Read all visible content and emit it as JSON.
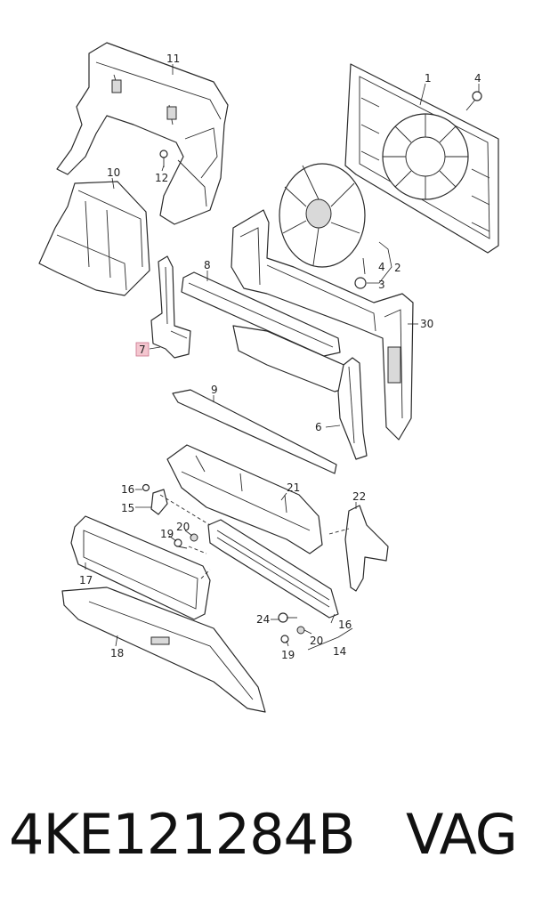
{
  "diagram": {
    "callouts": {
      "c1": "1",
      "c2": "2",
      "c3": "3",
      "c4a": "4",
      "c4b": "4",
      "c6": "6",
      "c7": "7",
      "c8": "8",
      "c9": "9",
      "c10": "10",
      "c11": "11",
      "c12": "12",
      "c14": "14",
      "c15": "15",
      "c16a": "16",
      "c16b": "16",
      "c17": "17",
      "c18": "18",
      "c19a": "19",
      "c19b": "19",
      "c20a": "20",
      "c20b": "20",
      "c21": "21",
      "c22": "22",
      "c24": "24",
      "c30": "30"
    },
    "highlight_color": "#f4c6cf"
  },
  "caption": {
    "part_number": "4KE121284B",
    "brand": "VAG"
  }
}
